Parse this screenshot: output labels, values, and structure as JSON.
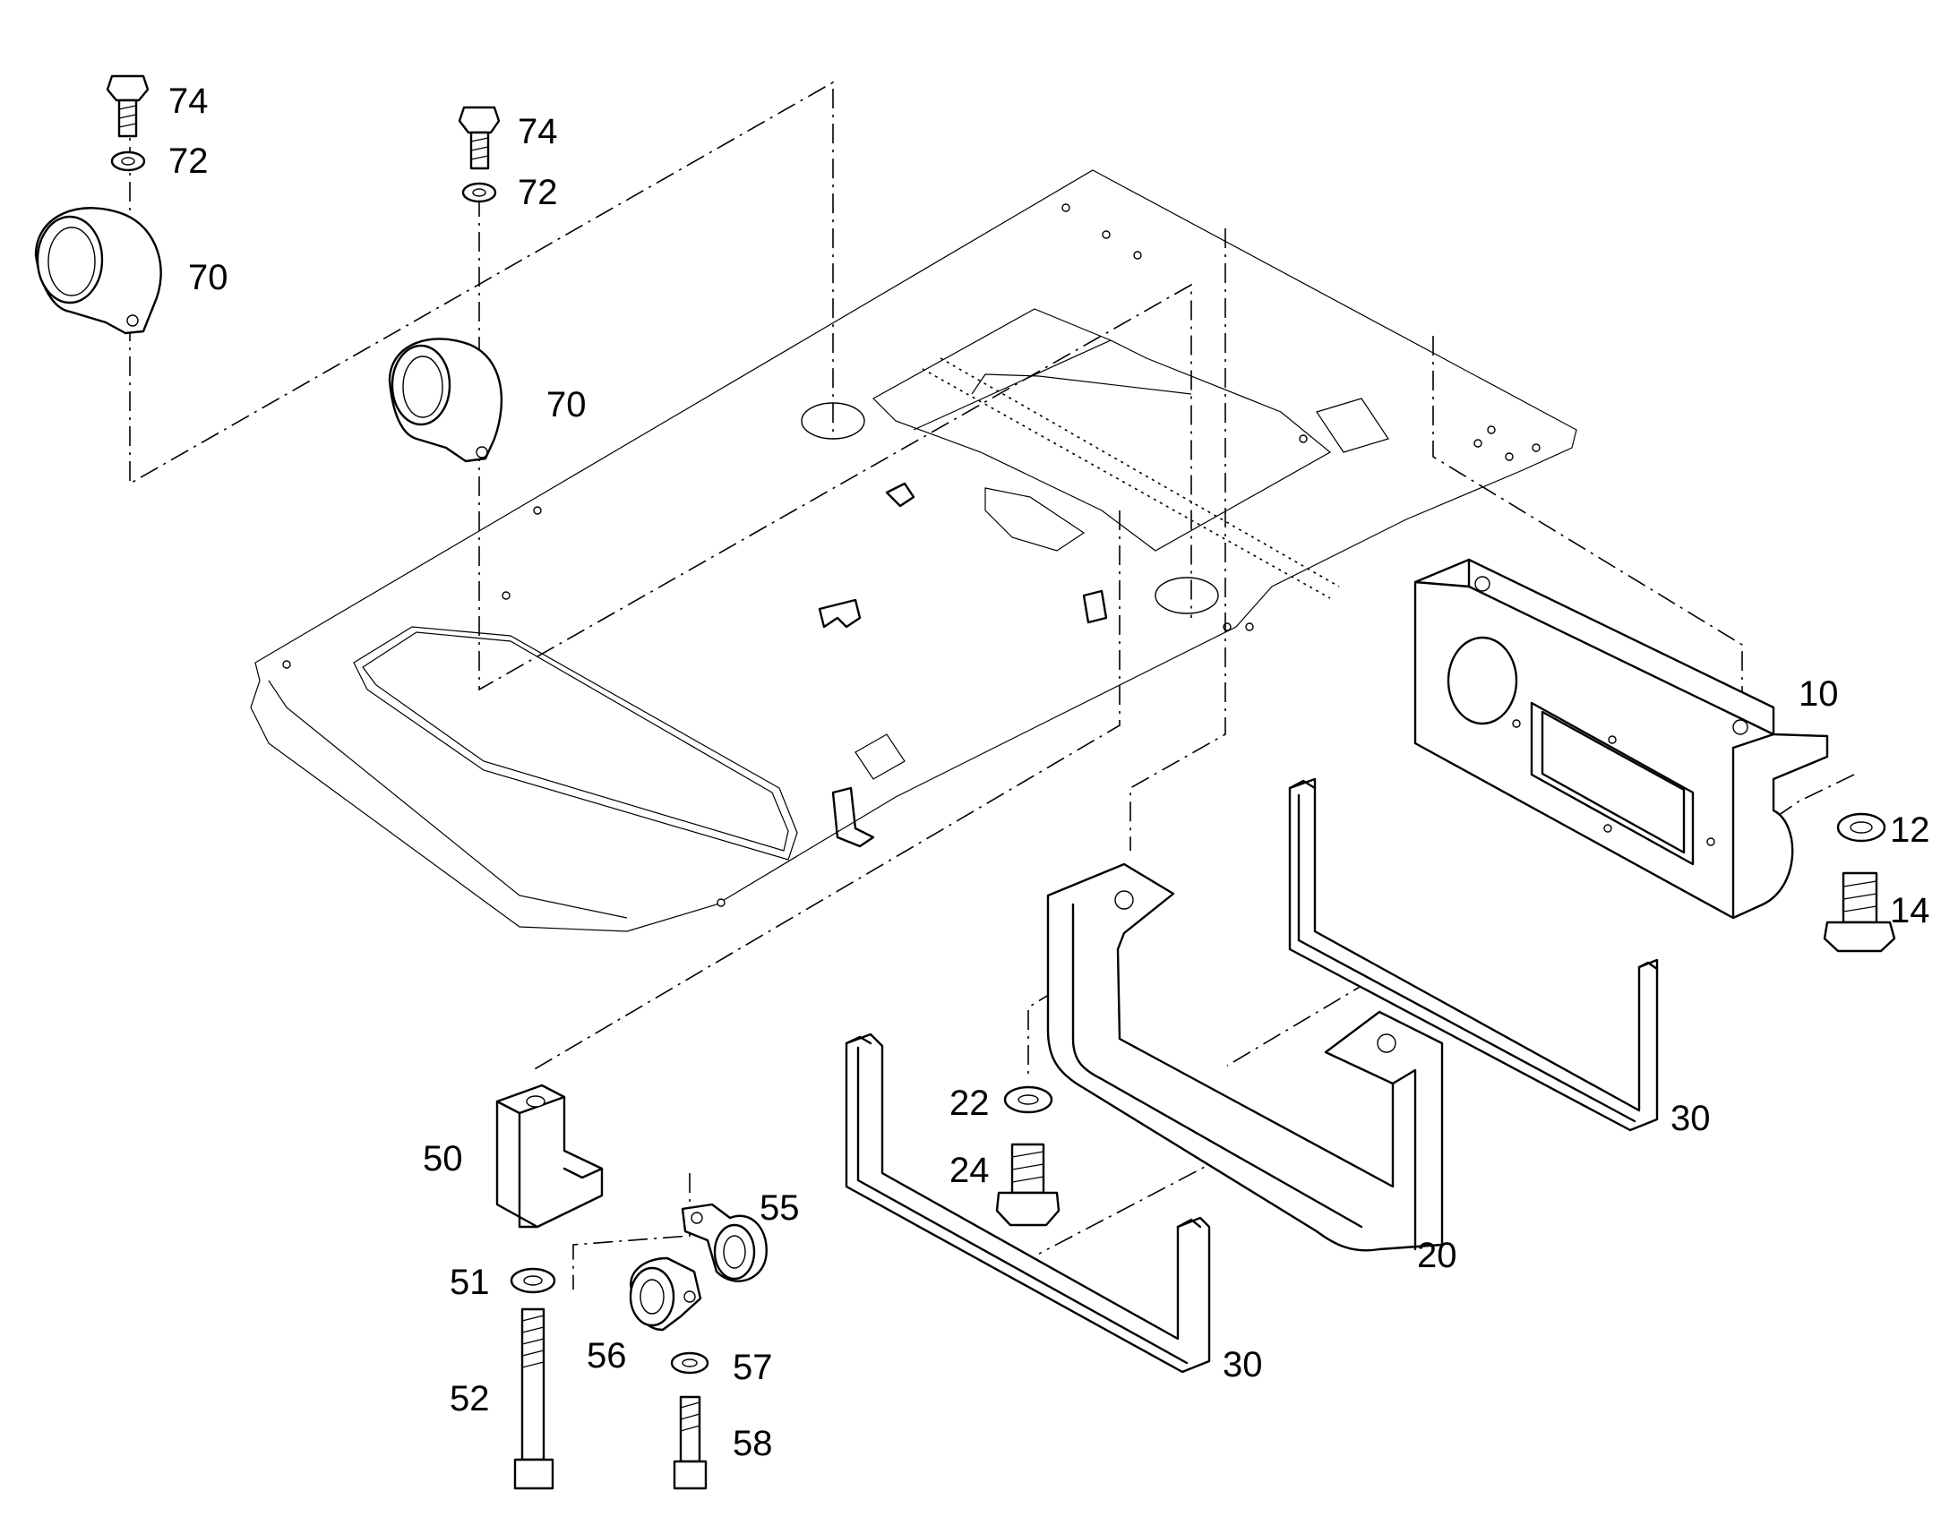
{
  "callouts": {
    "c74a": "74",
    "c72a": "72",
    "c70a": "70",
    "c74b": "74",
    "c72b": "72",
    "c70b": "70",
    "c10": "10",
    "c12": "12",
    "c14": "14",
    "c20": "20",
    "c22": "22",
    "c24": "24",
    "c30a": "30",
    "c30b": "30",
    "c50": "50",
    "c51": "51",
    "c52": "52",
    "c55": "55",
    "c56": "56",
    "c57": "57",
    "c58": "58"
  }
}
